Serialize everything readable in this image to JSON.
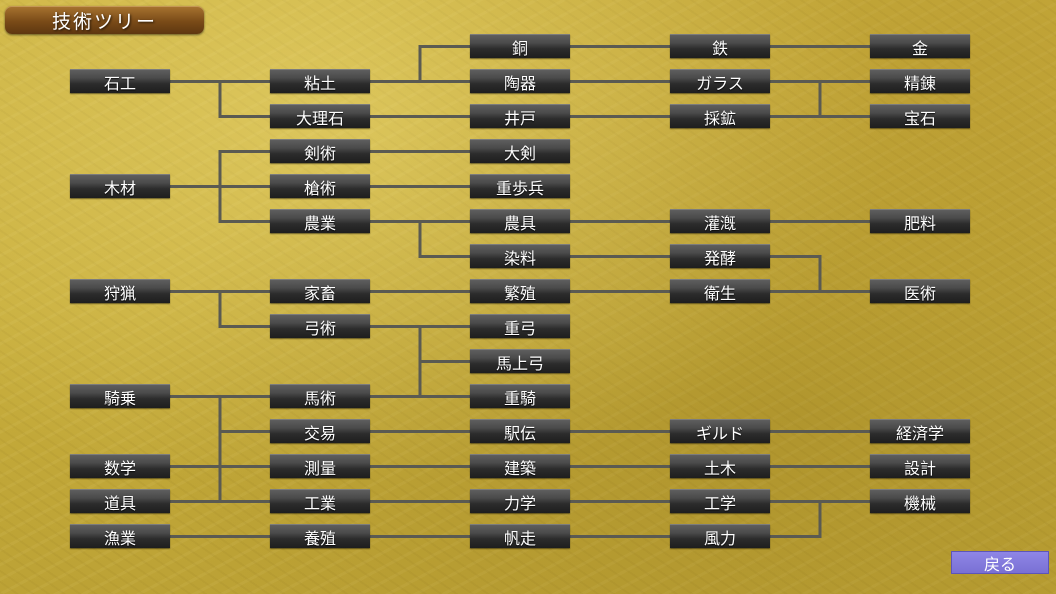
{
  "header": {
    "title": "技術ツリー"
  },
  "back_label": "戻る",
  "colors": {
    "background": "#c8ae3c",
    "node": "#2c2c2c",
    "connector": "#5a5a52",
    "title_bar": "#7a4b18",
    "back_button": "#7a70d4"
  },
  "tiers": [
    {
      "tier": 1,
      "nodes": [
        {
          "id": "ishiku",
          "label": "石工"
        },
        {
          "id": "mokuzai",
          "label": "木材"
        },
        {
          "id": "shuryo",
          "label": "狩猟"
        },
        {
          "id": "kijo",
          "label": "騎乗"
        },
        {
          "id": "sugaku",
          "label": "数学"
        },
        {
          "id": "dogu",
          "label": "道具"
        },
        {
          "id": "gyogyo",
          "label": "漁業"
        }
      ]
    },
    {
      "tier": 2,
      "nodes": [
        {
          "id": "nendo",
          "label": "粘土"
        },
        {
          "id": "dairiseki",
          "label": "大理石"
        },
        {
          "id": "kenjutsu",
          "label": "剣術"
        },
        {
          "id": "sojutsu",
          "label": "槍術"
        },
        {
          "id": "nogyo",
          "label": "農業"
        },
        {
          "id": "kachiku",
          "label": "家畜"
        },
        {
          "id": "kyujutsu",
          "label": "弓術"
        },
        {
          "id": "bajutsu",
          "label": "馬術"
        },
        {
          "id": "koeki",
          "label": "交易"
        },
        {
          "id": "sokuryo",
          "label": "測量"
        },
        {
          "id": "kogyo",
          "label": "工業"
        },
        {
          "id": "yoshoku",
          "label": "養殖"
        }
      ]
    },
    {
      "tier": 3,
      "nodes": [
        {
          "id": "do",
          "label": "銅"
        },
        {
          "id": "toki",
          "label": "陶器"
        },
        {
          "id": "ido",
          "label": "井戸"
        },
        {
          "id": "taiken",
          "label": "大剣"
        },
        {
          "id": "juhohei",
          "label": "重歩兵"
        },
        {
          "id": "nogu",
          "label": "農具"
        },
        {
          "id": "senryo",
          "label": "染料"
        },
        {
          "id": "hanshoku",
          "label": "繁殖"
        },
        {
          "id": "jukyu",
          "label": "重弓"
        },
        {
          "id": "bajokyu",
          "label": "馬上弓"
        },
        {
          "id": "juki",
          "label": "重騎"
        },
        {
          "id": "ekiden",
          "label": "駅伝"
        },
        {
          "id": "kenchiku",
          "label": "建築"
        },
        {
          "id": "rikigaku",
          "label": "力学"
        },
        {
          "id": "hanso",
          "label": "帆走"
        }
      ]
    },
    {
      "tier": 4,
      "nodes": [
        {
          "id": "tetsu",
          "label": "鉄"
        },
        {
          "id": "garasu",
          "label": "ガラス"
        },
        {
          "id": "saiko",
          "label": "採鉱"
        },
        {
          "id": "kangai",
          "label": "灌漑"
        },
        {
          "id": "hakko",
          "label": "発酵"
        },
        {
          "id": "eisei",
          "label": "衛生"
        },
        {
          "id": "girudo",
          "label": "ギルド"
        },
        {
          "id": "doboku",
          "label": "土木"
        },
        {
          "id": "kogaku",
          "label": "工学"
        },
        {
          "id": "furyoku",
          "label": "風力"
        }
      ]
    },
    {
      "tier": 5,
      "nodes": [
        {
          "id": "kin",
          "label": "金"
        },
        {
          "id": "seiren",
          "label": "精錬"
        },
        {
          "id": "hoseki",
          "label": "宝石"
        },
        {
          "id": "hiryo",
          "label": "肥料"
        },
        {
          "id": "ijutsu",
          "label": "医術"
        },
        {
          "id": "keizaigaku",
          "label": "経済学"
        },
        {
          "id": "sekkei",
          "label": "設計"
        },
        {
          "id": "kikai",
          "label": "機械"
        }
      ]
    }
  ],
  "links": [
    [
      "ishiku",
      "nendo"
    ],
    [
      "ishiku",
      "dairiseki"
    ],
    [
      "nendo",
      "do"
    ],
    [
      "nendo",
      "toki"
    ],
    [
      "dairiseki",
      "ido"
    ],
    [
      "do",
      "tetsu"
    ],
    [
      "toki",
      "garasu"
    ],
    [
      "ido",
      "saiko"
    ],
    [
      "tetsu",
      "kin"
    ],
    [
      "garasu",
      "seiren"
    ],
    [
      "saiko",
      "seiren"
    ],
    [
      "saiko",
      "hoseki"
    ],
    [
      "mokuzai",
      "kenjutsu"
    ],
    [
      "mokuzai",
      "sojutsu"
    ],
    [
      "mokuzai",
      "nogyo"
    ],
    [
      "kenjutsu",
      "taiken"
    ],
    [
      "sojutsu",
      "juhohei"
    ],
    [
      "nogyo",
      "nogu"
    ],
    [
      "nogyo",
      "senryo"
    ],
    [
      "nogu",
      "kangai"
    ],
    [
      "kangai",
      "hiryo"
    ],
    [
      "senryo",
      "hakko"
    ],
    [
      "hakko",
      "ijutsu"
    ],
    [
      "shuryo",
      "kachiku"
    ],
    [
      "shuryo",
      "kyujutsu"
    ],
    [
      "kachiku",
      "hanshoku"
    ],
    [
      "hanshoku",
      "eisei"
    ],
    [
      "eisei",
      "ijutsu"
    ],
    [
      "kyujutsu",
      "jukyu"
    ],
    [
      "kyujutsu",
      "bajokyu"
    ],
    [
      "kijo",
      "bajutsu"
    ],
    [
      "kijo",
      "koeki"
    ],
    [
      "bajutsu",
      "bajokyu"
    ],
    [
      "bajutsu",
      "juki"
    ],
    [
      "sugaku",
      "koeki"
    ],
    [
      "sugaku",
      "sokuryo"
    ],
    [
      "sugaku",
      "kogyo"
    ],
    [
      "koeki",
      "ekiden"
    ],
    [
      "ekiden",
      "girudo"
    ],
    [
      "girudo",
      "keizaigaku"
    ],
    [
      "sokuryo",
      "kenchiku"
    ],
    [
      "kenchiku",
      "doboku"
    ],
    [
      "doboku",
      "sekkei"
    ],
    [
      "dogu",
      "kogyo"
    ],
    [
      "kogyo",
      "rikigaku"
    ],
    [
      "rikigaku",
      "kogaku"
    ],
    [
      "kogaku",
      "kikai"
    ],
    [
      "gyogyo",
      "yoshoku"
    ],
    [
      "yoshoku",
      "hanso"
    ],
    [
      "hanso",
      "furyoku"
    ],
    [
      "furyoku",
      "kikai"
    ]
  ]
}
